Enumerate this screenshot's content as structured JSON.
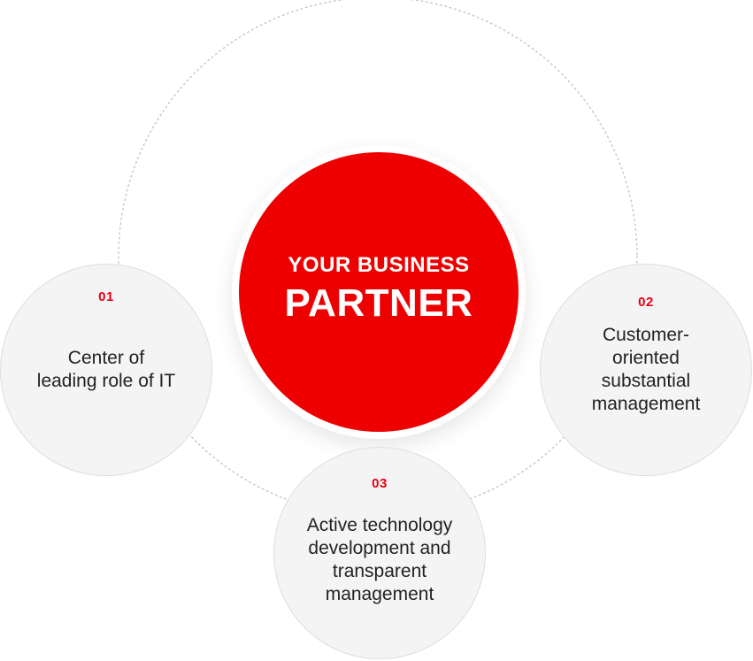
{
  "center": {
    "line1": "YOUR BUSINESS",
    "line2": "PARTNER"
  },
  "nodes": [
    {
      "number": "01",
      "text": "Center of\nleading role of IT"
    },
    {
      "number": "02",
      "text": "Customer-\noriented\nsubstantial\nmanagement"
    },
    {
      "number": "03",
      "text": "Active technology\ndevelopment and\ntransparent\nmanagement"
    }
  ],
  "colors": {
    "accent": "#ee0000",
    "number_red": "#e60012",
    "node_bg": "#f4f4f4",
    "node_border": "#dedede",
    "orbit": "#cccccc"
  }
}
